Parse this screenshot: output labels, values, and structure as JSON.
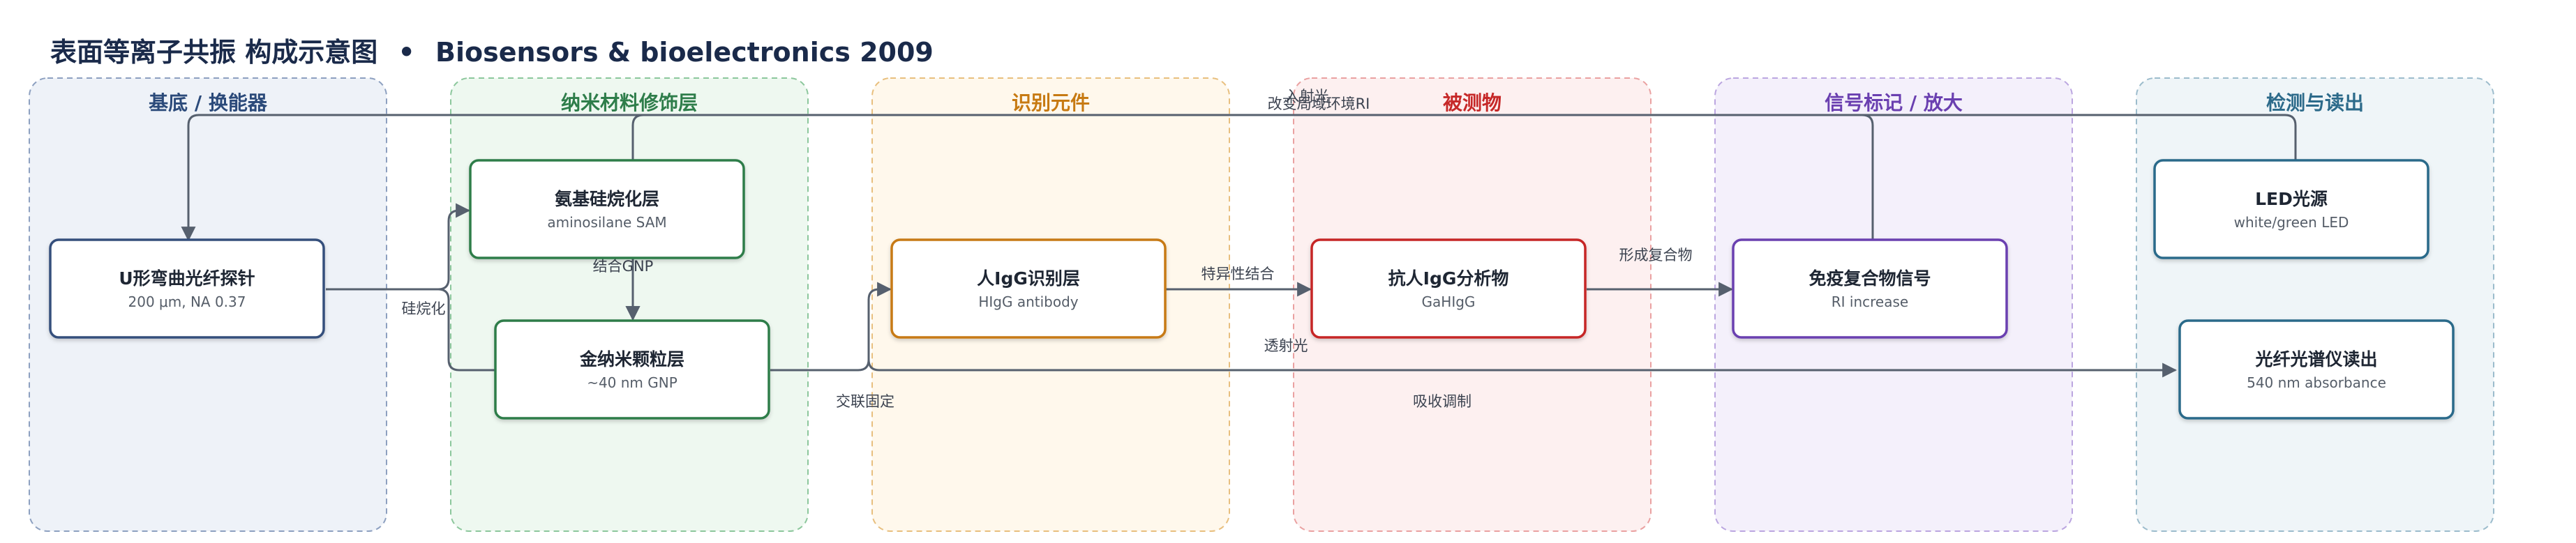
{
  "title": "表面等离子共振 构成示意图",
  "title_separator": "•",
  "subtitle": "Biosensors & bioelectronics 2009",
  "lanes": [
    {
      "id": "substrate",
      "label": "基底 / 换能器",
      "color": "#2b4a7a",
      "fill": "#eef2f8",
      "stroke": "#8da0c0"
    },
    {
      "id": "nano",
      "label": "纳米材料修饰层",
      "color": "#2e7d4a",
      "fill": "#eef8f0",
      "stroke": "#8cc79c"
    },
    {
      "id": "recog",
      "label": "识别元件",
      "color": "#c77a12",
      "fill": "#fff8ec",
      "stroke": "#e8bf7e"
    },
    {
      "id": "analyte",
      "label": "被测物",
      "color": "#c62828",
      "fill": "#fdf0f0",
      "stroke": "#eaa1a1"
    },
    {
      "id": "signal",
      "label": "信号标记 / 放大",
      "color": "#6a3fb0",
      "fill": "#f4f0fb",
      "stroke": "#bba6e0"
    },
    {
      "id": "readout",
      "label": "检测与读出",
      "color": "#2c6a8a",
      "fill": "#eff5f8",
      "stroke": "#9cbccc"
    }
  ],
  "nodes": [
    {
      "id": "probe",
      "title": "U形弯曲光纤探针",
      "subtitle": "200 μm, NA 0.37",
      "color": "#34507c"
    },
    {
      "id": "sam",
      "title": "氨基硅烷化层",
      "subtitle": "aminosilane SAM",
      "color": "#2e7d4a"
    },
    {
      "id": "gnp",
      "title": "金纳米颗粒层",
      "subtitle": "~40 nm GNP",
      "color": "#2e7d4a"
    },
    {
      "id": "higg",
      "title": "人IgG识别层",
      "subtitle": "HIgG antibody",
      "color": "#c77a12"
    },
    {
      "id": "gahigg",
      "title": "抗人IgG分析物",
      "subtitle": "GaHIgG",
      "color": "#c62828"
    },
    {
      "id": "complex",
      "title": "免疫复合物信号",
      "subtitle": "RI increase",
      "color": "#6a3fb0"
    },
    {
      "id": "led",
      "title": "LED光源",
      "subtitle": "white/green LED",
      "color": "#2c6a8a"
    },
    {
      "id": "spectro",
      "title": "光纤光谱仪读出",
      "subtitle": "540 nm absorbance",
      "color": "#2c6a8a"
    }
  ],
  "edges": [
    {
      "id": "probe-sam",
      "label": "硅烷化"
    },
    {
      "id": "sam-gnp",
      "label": "结合GNP"
    },
    {
      "id": "gnp-higg",
      "label": "交联固定"
    },
    {
      "id": "higg-gahigg",
      "label": "特异性结合"
    },
    {
      "id": "gahigg-complex",
      "label": "形成复合物"
    },
    {
      "id": "complex-gnp",
      "label": "改变局域环境RI"
    },
    {
      "id": "led-probe",
      "label": "入射光"
    },
    {
      "id": "gnp-spectro",
      "label": "透射光"
    },
    {
      "id": "absorb",
      "label": "吸收调制"
    }
  ]
}
